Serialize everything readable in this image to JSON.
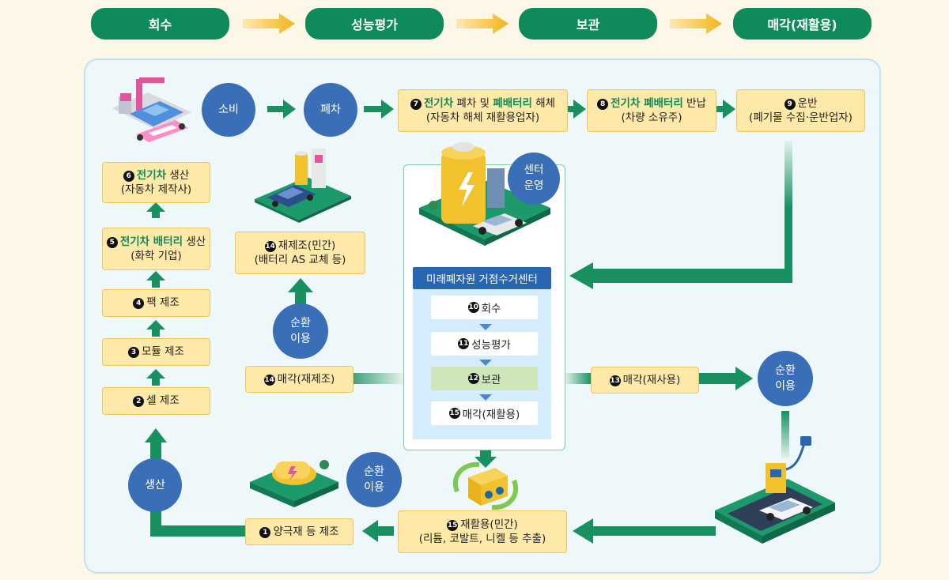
{
  "top_flow": [
    "회수",
    "성능평가",
    "보관",
    "매각(재활용)"
  ],
  "circles": {
    "sobi": "소비",
    "pyecha": "폐차",
    "center_op": [
      "센터",
      "운영"
    ],
    "circular_left": [
      "순환",
      "이용"
    ],
    "circular_right": [
      "순환",
      "이용"
    ],
    "circular_bottom": [
      "순환",
      "이용"
    ],
    "production": "생산"
  },
  "boxes": {
    "b7": {
      "num": "7",
      "hl1": "전기차",
      "t1": " 폐차 및 ",
      "hl2": "폐배터리",
      "t2": " 해체",
      "sub": "(자동차 해체 재활용업자)"
    },
    "b8": {
      "num": "8",
      "hl1": "전기차 폐배터리",
      "t1": " 반납",
      "sub": "(차량 소유주)"
    },
    "b9": {
      "num": "9",
      "t1": "운반",
      "sub": "(폐기물 수집·운반업자)"
    },
    "b6": {
      "num": "6",
      "hl1": "전기차",
      "t1": " 생산",
      "sub": "(자동차 제작사)"
    },
    "b5": {
      "num": "5",
      "hl1": "전기차 배터리",
      "t1": " 생산",
      "sub": "(화학 기업)"
    },
    "b4": {
      "num": "4",
      "t1": "팩 제조"
    },
    "b3": {
      "num": "3",
      "t1": "모듈 제조"
    },
    "b2": {
      "num": "2",
      "t1": "셀 제조"
    },
    "b1": {
      "num": "1",
      "t1": "양극재 등 제조"
    },
    "b14a": {
      "num": "14",
      "t1": "재제조(민간)",
      "sub": "(배터리 AS 교체 등)"
    },
    "b14b": {
      "num": "14",
      "t1": "매각(재제조)"
    },
    "b13": {
      "num": "13",
      "t1": "매각(재사용)"
    },
    "b15": {
      "num": "15",
      "t1": "재활용(민간)",
      "sub": "(리튬, 코발트, 니켈 등 추출)"
    }
  },
  "center": {
    "title": "미래폐자원 거점수거센터",
    "steps": [
      {
        "num": "10",
        "label": "회수"
      },
      {
        "num": "11",
        "label": "성능평가"
      },
      {
        "num": "12",
        "label": "보관"
      },
      {
        "num": "15",
        "label": "매각(재활용)"
      }
    ]
  },
  "colors": {
    "primary_green": "#0f8a5a",
    "arrow_green": "#199060",
    "circle_blue": "#3a6fb7",
    "box_yellow": "#ffe9a8",
    "top_arrow_orange": "#f4b41a"
  }
}
